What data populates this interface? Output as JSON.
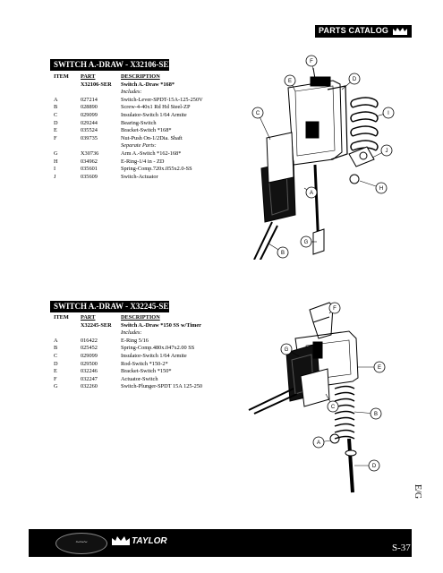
{
  "header": {
    "catalog_label": "PARTS CATALOG"
  },
  "section1": {
    "title": "SWITCH A.-DRAW - X32106-SER",
    "columns": [
      "ITEM",
      "PART",
      "DESCRIPTION"
    ],
    "rows": [
      {
        "item": "",
        "part": "X32106-SER",
        "desc": "Switch A.-Draw *168*"
      },
      {
        "item": "",
        "part": "",
        "desc": "Includes:"
      },
      {
        "item": "A",
        "part": "027214",
        "desc": "Switch-Lever-SPDT-15A-125-250V"
      },
      {
        "item": "B",
        "part": "028890",
        "desc": "Screw-4-40x1 Rd Hd Steel-ZP"
      },
      {
        "item": "C",
        "part": "029099",
        "desc": "Insulator-Switch 1/64 Armite"
      },
      {
        "item": "D",
        "part": "029244",
        "desc": "Bearing-Switch"
      },
      {
        "item": "E",
        "part": "035524",
        "desc": "Bracket-Switch *168*"
      },
      {
        "item": "F",
        "part": "039735",
        "desc": "Nut-Push On-1/2Dia. Shaft"
      },
      {
        "item": "",
        "part": "",
        "desc": "Separate Parts:"
      },
      {
        "item": "G",
        "part": "X30736",
        "desc": "Arm A.-Switch *162-168*"
      },
      {
        "item": "H",
        "part": "034962",
        "desc": "E-Ring-1/4 in - ZD"
      },
      {
        "item": "I",
        "part": "035601",
        "desc": "Spring-Comp.720x.055x2.0-SS"
      },
      {
        "item": "J",
        "part": "035609",
        "desc": "Switch-Actuator"
      }
    ],
    "callouts": [
      "A",
      "B",
      "C",
      "D",
      "E",
      "F",
      "G",
      "H",
      "I",
      "J"
    ]
  },
  "section2": {
    "title": "SWITCH A.-DRAW - X32245-SER",
    "columns": [
      "ITEM",
      "PART",
      "DESCRIPTION"
    ],
    "rows": [
      {
        "item": "",
        "part": "X32245-SER",
        "desc": "Switch A.-Draw *150 SS w/Timer"
      },
      {
        "item": "",
        "part": "",
        "desc": "Includes:"
      },
      {
        "item": "A",
        "part": "016422",
        "desc": "E-Ring 5/16"
      },
      {
        "item": "B",
        "part": "025452",
        "desc": "Spring-Comp.480x.047x2.00 SS"
      },
      {
        "item": "C",
        "part": "029099",
        "desc": "Insulator-Switch 1/64 Armite"
      },
      {
        "item": "D",
        "part": "029500",
        "desc": "Rod-Switch *150-2*"
      },
      {
        "item": "E",
        "part": "032246",
        "desc": "Bracket-Switch *150*"
      },
      {
        "item": "F",
        "part": "032247",
        "desc": "Actuator-Switch"
      },
      {
        "item": "G",
        "part": "032260",
        "desc": "Switch-Plunger-SPDT 15A 125-250"
      }
    ],
    "callouts": [
      "A",
      "B",
      "C",
      "D",
      "E",
      "F",
      "G"
    ]
  },
  "footer": {
    "brand": "TAYLOR",
    "page": "S-37",
    "side_mark": "E/G"
  }
}
